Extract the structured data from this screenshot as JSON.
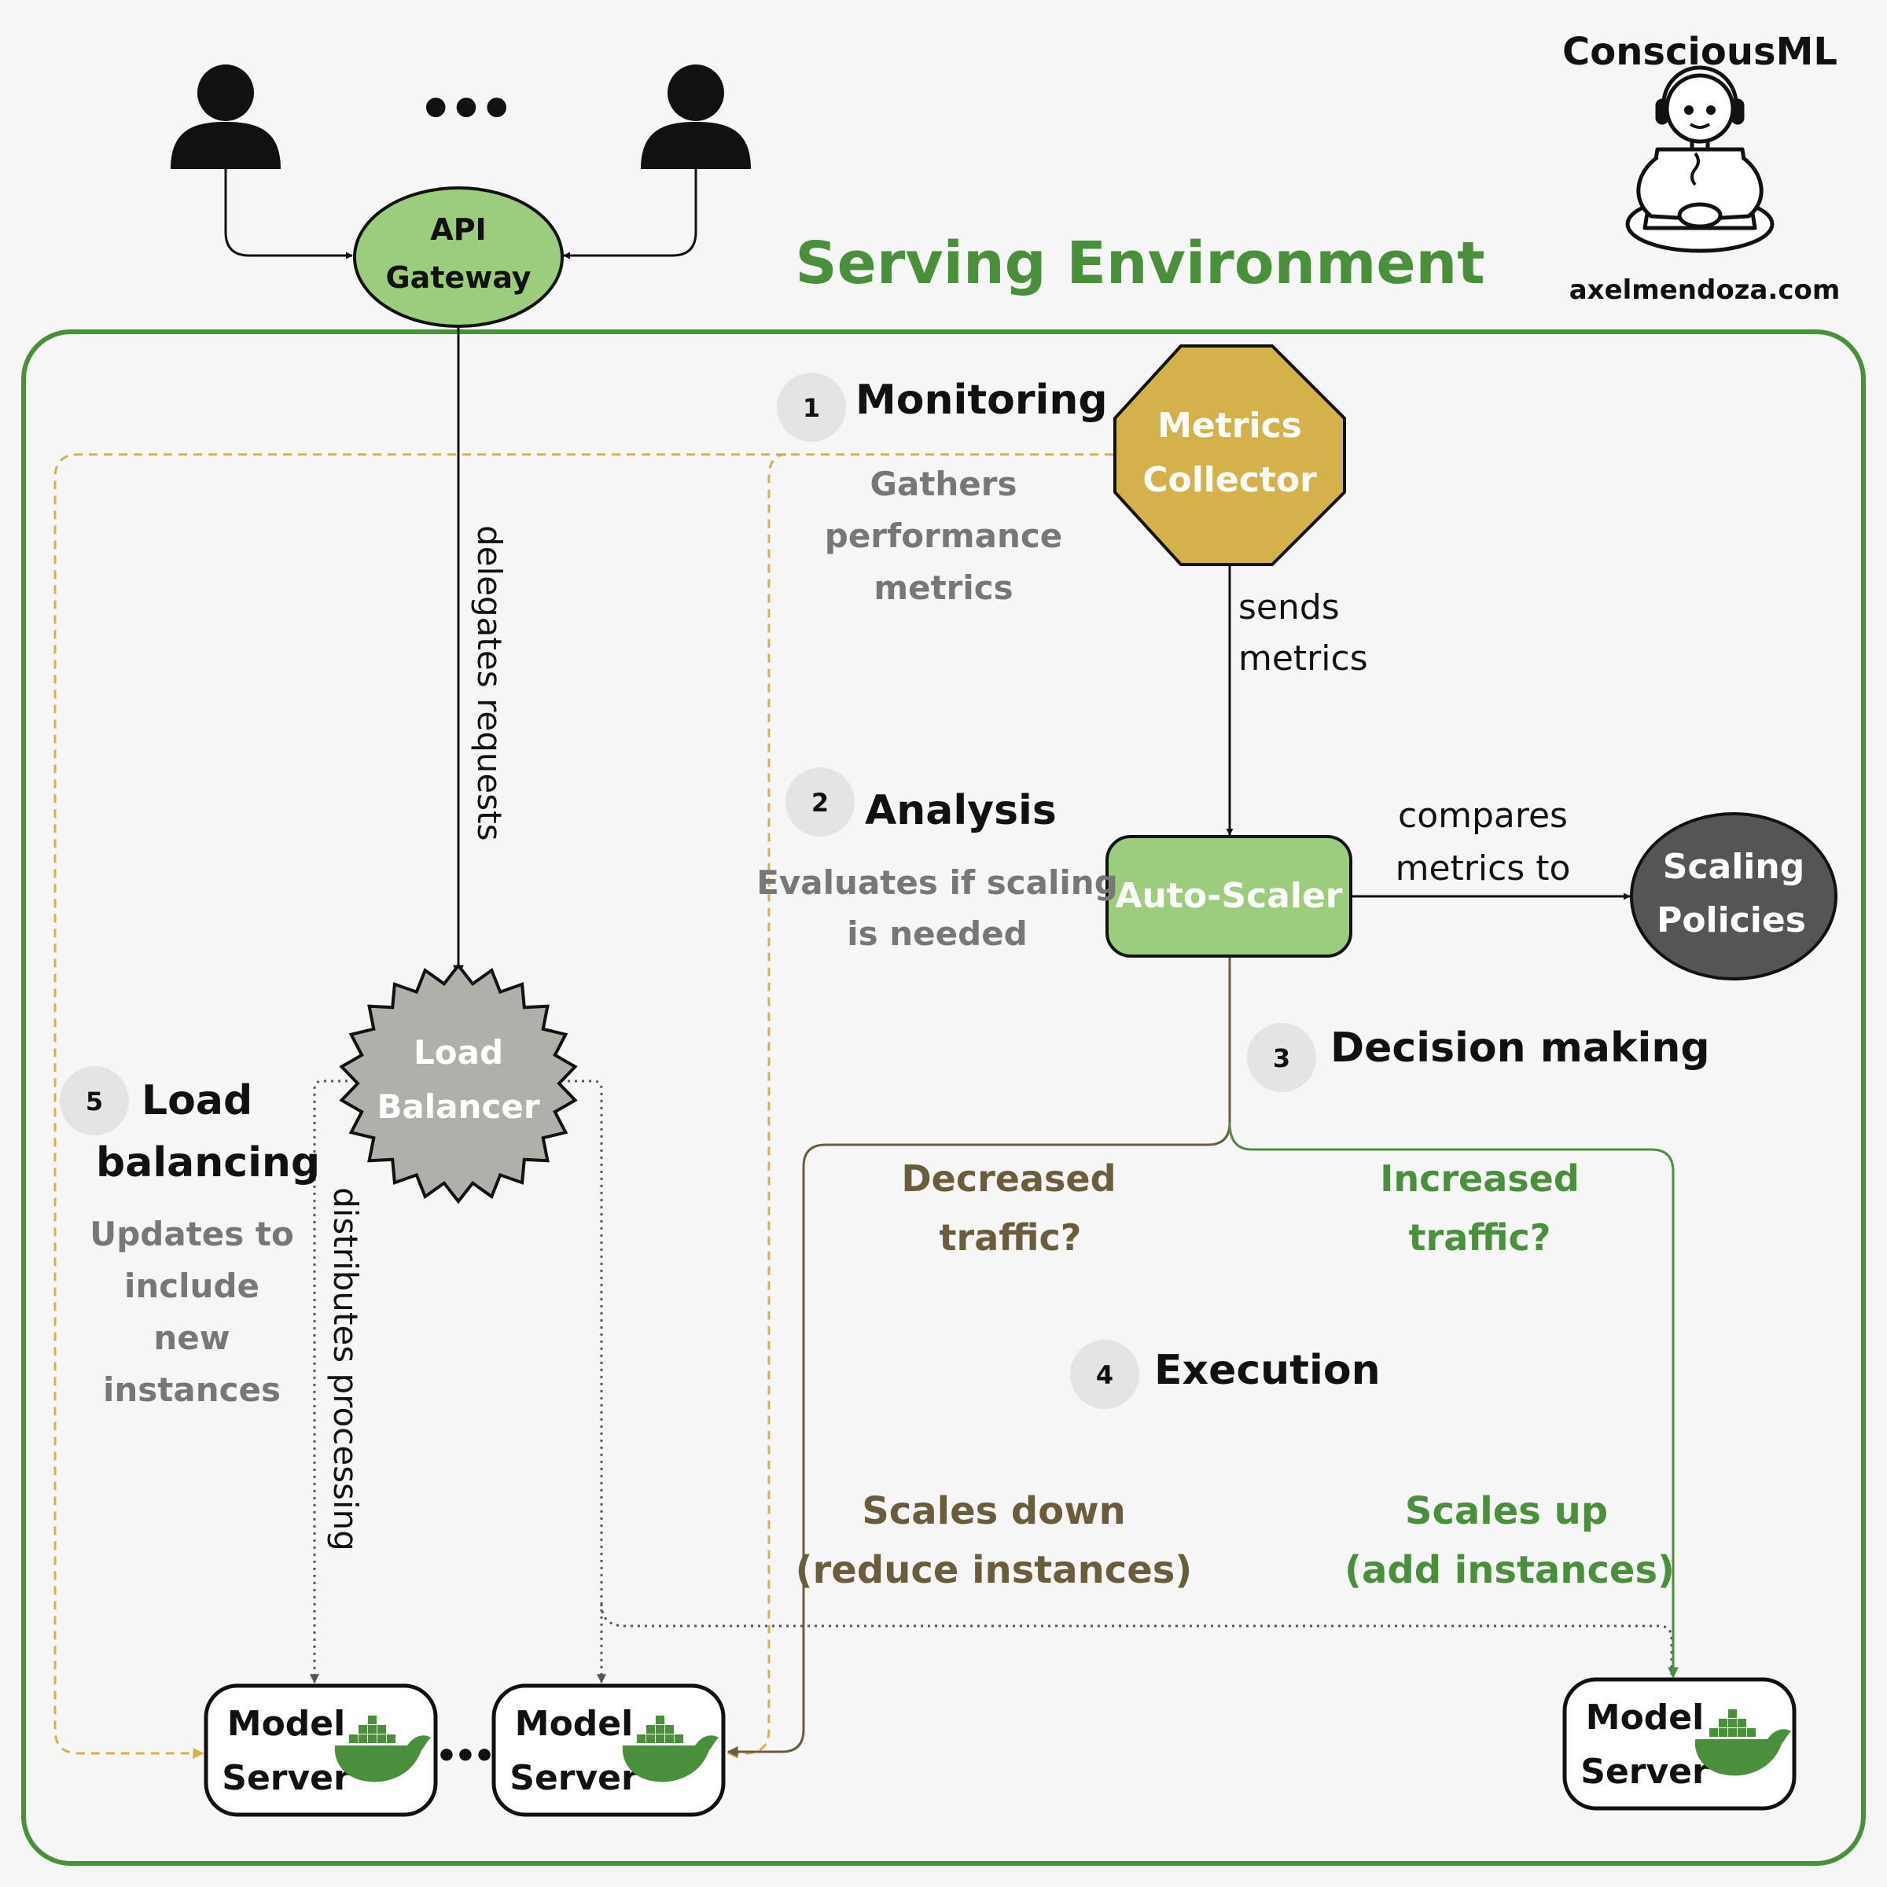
{
  "brand": {
    "name": "ConsciousML",
    "url": "axelmendoza.com"
  },
  "title": "Serving Environment",
  "colors": {
    "green": "#4a8f3c",
    "light_green": "#9ccd7d",
    "gold": "#d4b14a",
    "olive": "#6b5d3c",
    "gray_star": "#aeb0a9",
    "dark_circle": "#555555",
    "muted_text": "#777777"
  },
  "users": {
    "ellipsis": "•••"
  },
  "nodes": {
    "api_gateway": {
      "line1": "API",
      "line2": "Gateway"
    },
    "metrics_collector": {
      "line1": "Metrics",
      "line2": "Collector"
    },
    "auto_scaler": {
      "label": "Auto-Scaler"
    },
    "scaling_policies": {
      "line1": "Scaling",
      "line2": "Policies"
    },
    "load_balancer": {
      "line1": "Load",
      "line2": "Balancer"
    },
    "model_server": {
      "line1": "Model",
      "line2": "Server"
    },
    "servers_ellipsis": "•••"
  },
  "edges": {
    "delegates": "delegates requests",
    "sends_1": "sends",
    "sends_2": "metrics",
    "compares_1": "compares",
    "compares_2": "metrics to",
    "distributes": "distributes processing"
  },
  "steps": [
    {
      "num": "1",
      "title": "Monitoring",
      "desc": [
        "Gathers",
        "performance",
        "metrics"
      ]
    },
    {
      "num": "2",
      "title": "Analysis",
      "desc": [
        "Evaluates if scaling",
        "is needed"
      ]
    },
    {
      "num": "3",
      "title": "Decision making",
      "desc": []
    },
    {
      "num": "4",
      "title": "Execution",
      "desc": []
    },
    {
      "num": "5",
      "title_1": "Load",
      "title_2": "balancing",
      "desc": [
        "Updates to",
        "include",
        "new",
        "instances"
      ]
    }
  ],
  "branches": {
    "decreased_1": "Decreased",
    "decreased_2": "traffic?",
    "increased_1": "Increased",
    "increased_2": "traffic?",
    "scales_down_1": "Scales down",
    "scales_down_2": "(reduce instances)",
    "scales_up_1": "Scales up",
    "scales_up_2": "(add instances)"
  }
}
